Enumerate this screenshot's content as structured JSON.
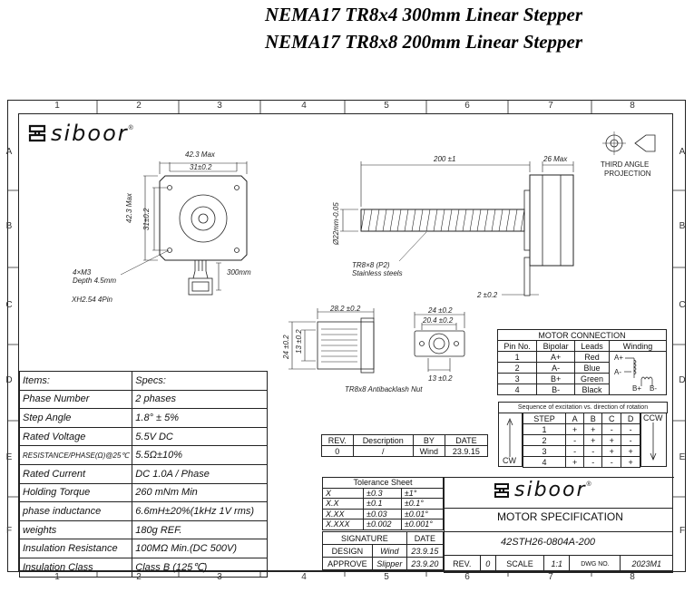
{
  "titles": [
    "NEMA17 TR8x4 300mm Linear Stepper",
    "NEMA17 TR8x8 200mm Linear Stepper"
  ],
  "zones": {
    "numbers": [
      "1",
      "2",
      "3",
      "4",
      "5",
      "6",
      "7",
      "8"
    ],
    "letters": [
      "A",
      "B",
      "C",
      "D",
      "E",
      "F"
    ]
  },
  "logo": {
    "brand": "siboor",
    "mark": "®"
  },
  "projection": {
    "line1": "THIRD ANGLE",
    "line2": "PROJECTION"
  },
  "front_view": {
    "dim_max": "42.3 Max",
    "dim_hole": "31±0.2",
    "dim_max_v": "42.3 Max",
    "dim_hole_v": "31±0.2",
    "holes_1": "4×M3",
    "holes_2": "Depth 4.5mm",
    "cable_len": "300mm",
    "connector": "XH2.54 4Pin"
  },
  "side_view": {
    "screw_len": "200 ±1",
    "body_len": "26 Max",
    "screw_dia": "Ø22mm-0.05",
    "thread_1": "TR8×8  (P2)",
    "thread_2": "Stainless steels",
    "shaft": "2 ±0.2"
  },
  "nut": {
    "len": "28.2 ±0.2",
    "h1": "24 ±0.2",
    "h2": "13 ±0.2",
    "w1": "24 ±0.2",
    "w2": "20.4 ±0.2",
    "w3": "13 ±0.2",
    "label": "TR8x8 Antibacklash Nut"
  },
  "specs": {
    "header": [
      "Items:",
      "Specs:"
    ],
    "rows": [
      [
        "Phase Number",
        "2 phases"
      ],
      [
        "Step Angle",
        "1.8° ± 5%"
      ],
      [
        "Rated Voltage",
        "5.5V DC"
      ],
      [
        "RESISTANCE/PHASE(Ω)@25℃",
        "5.5Ω±10%"
      ],
      [
        "Rated Current",
        "DC 1.0A / Phase"
      ],
      [
        "Holding Torque",
        "260 mNm Min"
      ],
      [
        "phase inductance",
        "6.6mH±20%(1kHz 1V rms)"
      ],
      [
        "weights",
        "180g REF."
      ],
      [
        "Insulation Resistance",
        "100MΩ Min.(DC 500V)"
      ],
      [
        "Insulation Class",
        "Class B  (125℃)"
      ]
    ]
  },
  "motor_connection": {
    "title": "MOTOR CONNECTION",
    "headers": [
      "Pin No.",
      "Bipolar",
      "Leads",
      "Winding"
    ],
    "rows": [
      [
        "1",
        "A+",
        "Red"
      ],
      [
        "2",
        "A-",
        "Blue"
      ],
      [
        "3",
        "B+",
        "Green"
      ],
      [
        "4",
        "B-",
        "Black"
      ]
    ],
    "winding_labels": [
      "A+",
      "A-",
      "B+",
      "B-"
    ]
  },
  "sequence": {
    "title": "Sequence of excitation vs. direction of rotation",
    "headers": [
      "STEP",
      "A",
      "B",
      "C",
      "D"
    ],
    "ccw": "CCW",
    "cw": "CW",
    "rows": [
      [
        "1",
        "+",
        "+",
        "-",
        "-"
      ],
      [
        "2",
        "-",
        "+",
        "+",
        "-"
      ],
      [
        "3",
        "-",
        "-",
        "+",
        "+"
      ],
      [
        "4",
        "+",
        "-",
        "-",
        "+"
      ]
    ]
  },
  "revision": {
    "headers": [
      "REV.",
      "Description",
      "BY",
      "DATE"
    ],
    "row": [
      "0",
      "/",
      "Wind",
      "23.9.15"
    ]
  },
  "tolerance": {
    "title": "Tolerance Sheet",
    "rows": [
      [
        "X",
        "±0.3",
        "±1°"
      ],
      [
        "X.X",
        "±0.1",
        "±0.1°"
      ],
      [
        "X.XX",
        "±0.03",
        "±0.01°"
      ],
      [
        "X.XXX",
        "±0.002",
        "±0.001°"
      ]
    ]
  },
  "signature": {
    "headers": [
      "SIGNATURE",
      "DATE"
    ],
    "rows": [
      [
        "DESIGN",
        "Wind",
        "23.9.15"
      ],
      [
        "APPROVE",
        "Slipper",
        "23.9.20"
      ]
    ]
  },
  "title_block": {
    "spec_title": "MOTOR SPECIFICATION",
    "part_no": "42STH26-0804A-200",
    "rev_label": "REV.",
    "rev_val": "0",
    "scale_label": "SCALE",
    "scale_val": "1:1",
    "dwg_label": "DWG NO.",
    "dwg_val": "2023M1"
  }
}
